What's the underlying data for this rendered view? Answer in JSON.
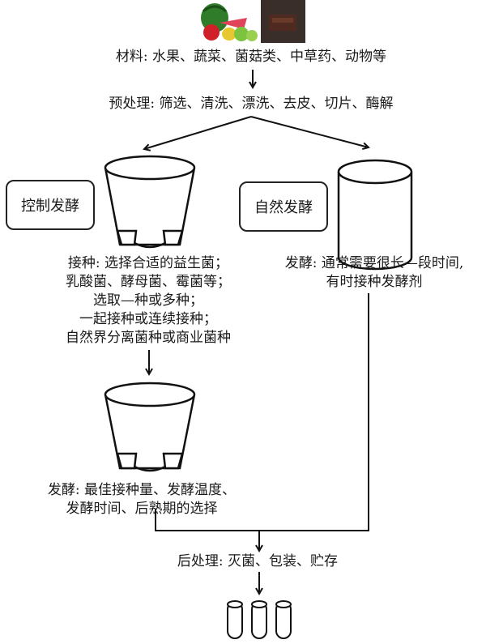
{
  "materials": "材料: 水果、蔬菜、菌菇类、中草药、动物等",
  "pretreatment": "预处理: 筛选、清洗、漂洗、去皮、切片、酶解",
  "controlled_label": "控制发酵",
  "natural_label": "自然发酵",
  "inoculation": [
    "接种: 选择合适的益生菌；",
    "乳酸菌、酵母菌、霉菌等；",
    "选取—种或多种；",
    "一起接种或连续接种；",
    "自然界分离菌种或商业菌种"
  ],
  "natural_fermentation": [
    "发酵: 通常需要很长—段时间,",
    "有时接种发酵剂"
  ],
  "controlled_fermentation": [
    "发酵: 最佳接种量、发酵温度、",
    "发酵时间、后熟期的选择"
  ],
  "posttreatment": "后处理: 灭菌、包装、贮存"
}
